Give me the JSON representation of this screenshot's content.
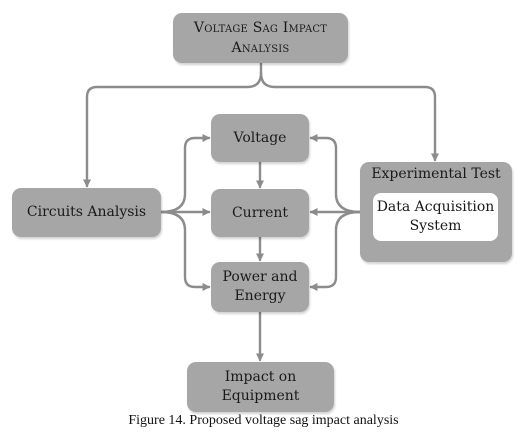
{
  "diagram": {
    "title_line1": "Voltage Sag Impact",
    "title_line2": "Analysis",
    "voltage": "Voltage",
    "current": "Current",
    "power_line1": "Power and",
    "power_line2": "Energy",
    "circuits": "Circuits Analysis",
    "experimental": "Experimental Test",
    "daq_line1": "Data Acquisition",
    "daq_line2": "System",
    "impact_line1": "Impact on",
    "impact_line2": "Equipment"
  },
  "caption": "Figure 14. Proposed voltage sag impact analysis",
  "colors": {
    "node_fill": "#a6a6a6",
    "arrow": "#8c8c8c",
    "inner_box": "#ffffff"
  }
}
